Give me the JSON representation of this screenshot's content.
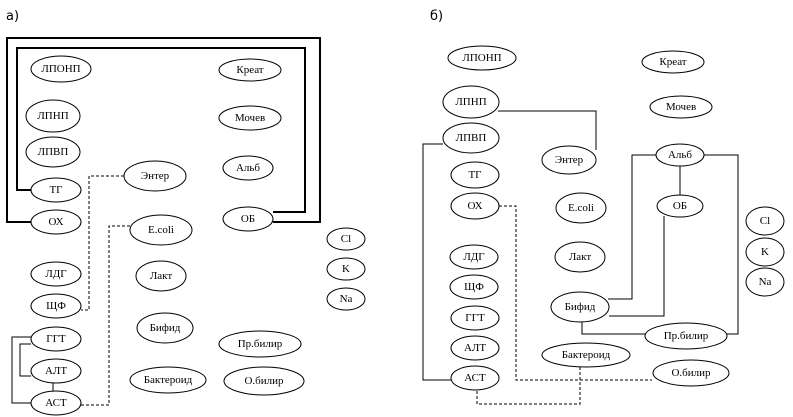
{
  "panels": [
    {
      "id": "a",
      "label": "а)",
      "nodes": [
        {
          "id": "LPONP",
          "label": "ЛПОНП"
        },
        {
          "id": "LPNP",
          "label": "ЛПНП"
        },
        {
          "id": "LPVP",
          "label": "ЛПВП"
        },
        {
          "id": "TG",
          "label": "ТГ"
        },
        {
          "id": "OX",
          "label": "ОХ"
        },
        {
          "id": "LDG",
          "label": "ЛДГ"
        },
        {
          "id": "ShF",
          "label": "ЩФ"
        },
        {
          "id": "GGT",
          "label": "ГГТ"
        },
        {
          "id": "ALT",
          "label": "АЛТ"
        },
        {
          "id": "AST",
          "label": "АСТ"
        },
        {
          "id": "Enter",
          "label": "Энтер"
        },
        {
          "id": "Ecoli",
          "label": "E.coli"
        },
        {
          "id": "Lakt",
          "label": "Лакт"
        },
        {
          "id": "Bifid",
          "label": "Бифид"
        },
        {
          "id": "Bakteroid",
          "label": "Бактероид"
        },
        {
          "id": "Kreat",
          "label": "Креат"
        },
        {
          "id": "Mochev",
          "label": "Мочев"
        },
        {
          "id": "Alb",
          "label": "Альб"
        },
        {
          "id": "OB",
          "label": "ОБ"
        },
        {
          "id": "PrBilir",
          "label": "Пр.билир"
        },
        {
          "id": "OBilir",
          "label": "О.билир"
        },
        {
          "id": "Cl",
          "label": "Cl"
        },
        {
          "id": "K",
          "label": "K"
        },
        {
          "id": "Na",
          "label": "Na"
        }
      ],
      "edges": [
        {
          "from": "TG",
          "to": "OB",
          "style": "solid-thick",
          "kind": "inner-box"
        },
        {
          "from": "OX",
          "to": "OB",
          "style": "solid-thick",
          "kind": "outer-box"
        },
        {
          "from": "Enter",
          "to": "ShF",
          "style": "dashed"
        },
        {
          "from": "Ecoli",
          "to": "AST",
          "style": "dashed"
        },
        {
          "from": "GGT",
          "to": "AST",
          "style": "solid"
        },
        {
          "from": "GGT",
          "to": "ALT",
          "style": "solid"
        },
        {
          "from": "ALT",
          "to": "AST",
          "style": "solid"
        }
      ]
    },
    {
      "id": "b",
      "label": "б)",
      "nodes": [
        {
          "id": "LPONP",
          "label": "ЛПОНП"
        },
        {
          "id": "LPNP",
          "label": "ЛПНП"
        },
        {
          "id": "LPVP",
          "label": "ЛПВП"
        },
        {
          "id": "TG",
          "label": "ТГ"
        },
        {
          "id": "OX",
          "label": "ОХ"
        },
        {
          "id": "LDG",
          "label": "ЛДГ"
        },
        {
          "id": "ShF",
          "label": "ЩФ"
        },
        {
          "id": "GGT",
          "label": "ГГТ"
        },
        {
          "id": "ALT",
          "label": "АЛТ"
        },
        {
          "id": "AST",
          "label": "АСТ"
        },
        {
          "id": "Enter",
          "label": "Энтер"
        },
        {
          "id": "Ecoli",
          "label": "E.coli"
        },
        {
          "id": "Lakt",
          "label": "Лакт"
        },
        {
          "id": "Bifid",
          "label": "Бифид"
        },
        {
          "id": "Bakteroid",
          "label": "Бактероид"
        },
        {
          "id": "Kreat",
          "label": "Креат"
        },
        {
          "id": "Mochev",
          "label": "Мочев"
        },
        {
          "id": "Alb",
          "label": "Альб"
        },
        {
          "id": "OB",
          "label": "ОБ"
        },
        {
          "id": "PrBilir",
          "label": "Пр.билир"
        },
        {
          "id": "OBilir",
          "label": "О.билир"
        },
        {
          "id": "Cl",
          "label": "Cl"
        },
        {
          "id": "K",
          "label": "K"
        },
        {
          "id": "Na",
          "label": "Na"
        }
      ],
      "edges": [
        {
          "from": "LPNP",
          "to": "Enter",
          "style": "solid"
        },
        {
          "from": "LPVP",
          "to": "AST",
          "style": "solid"
        },
        {
          "from": "OX",
          "to": "OBilir",
          "style": "dashed"
        },
        {
          "from": "AST",
          "to": "Bakteroid",
          "style": "dashed"
        },
        {
          "from": "Alb",
          "to": "OB",
          "style": "solid"
        },
        {
          "from": "Alb",
          "to": "Bifid",
          "style": "solid"
        },
        {
          "from": "OB",
          "to": "Bifid",
          "style": "solid"
        },
        {
          "from": "Alb",
          "to": "PrBilir",
          "style": "solid"
        },
        {
          "from": "Bifid",
          "to": "PrBilir",
          "style": "solid"
        }
      ]
    }
  ]
}
